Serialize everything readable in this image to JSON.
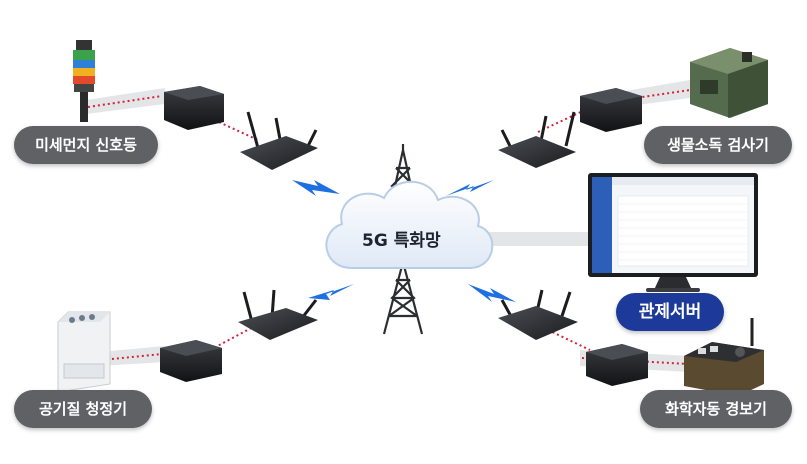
{
  "network": {
    "label": "5G 특화망"
  },
  "devices": [
    {
      "id": "dust",
      "label": "미세먼지 신호등"
    },
    {
      "id": "bio",
      "label": "생물소독 검사기"
    },
    {
      "id": "air",
      "label": "공기질 청정기"
    },
    {
      "id": "chem",
      "label": "화학자동 경보기"
    }
  ],
  "server": {
    "label": "관제서버"
  },
  "colors": {
    "label_bg": "#5f6165",
    "server_label_bg": "#1d3a9a",
    "link_dots": "#d4223a",
    "signal": "#1e6fe0"
  }
}
